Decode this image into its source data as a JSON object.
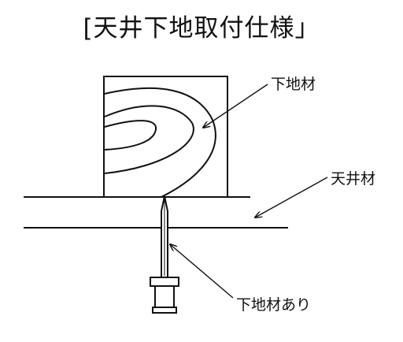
{
  "title": "[天井下地取付仕様」",
  "labels": {
    "substrate": "下地材",
    "ceiling_board": "天井材",
    "fastener": "下地材あり"
  },
  "colors": {
    "line": "#111111",
    "background": "#ffffff"
  }
}
